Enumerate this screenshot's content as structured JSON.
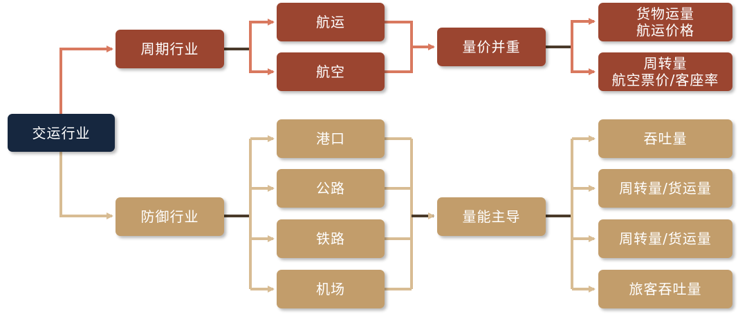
{
  "colors": {
    "root": "#16273f",
    "cyclical": "#9b4530",
    "defensive": "#c29d6b",
    "cyclical_line": "#d9795f",
    "defensive_line": "#d8bc93",
    "join_line": "#4a3a2a"
  },
  "nodes": {
    "root": "交运行业",
    "cyclical": "周期行业",
    "shipping": "航运",
    "aviation": "航空",
    "volume_price": "量价并重",
    "cargo_line1": "货物运量",
    "cargo_line2": "航运价格",
    "turnover_line1": "周转量",
    "turnover_line2": "航空票价/客座率",
    "defensive": "防御行业",
    "port": "港口",
    "highway": "公路",
    "railway": "铁路",
    "airport": "机场",
    "volume_driven": "量能主导",
    "throughput": "吞吐量",
    "turnover_freight_1": "周转量/货运量",
    "turnover_freight_2": "周转量/货运量",
    "passenger_throughput": "旅客吞吐量"
  }
}
